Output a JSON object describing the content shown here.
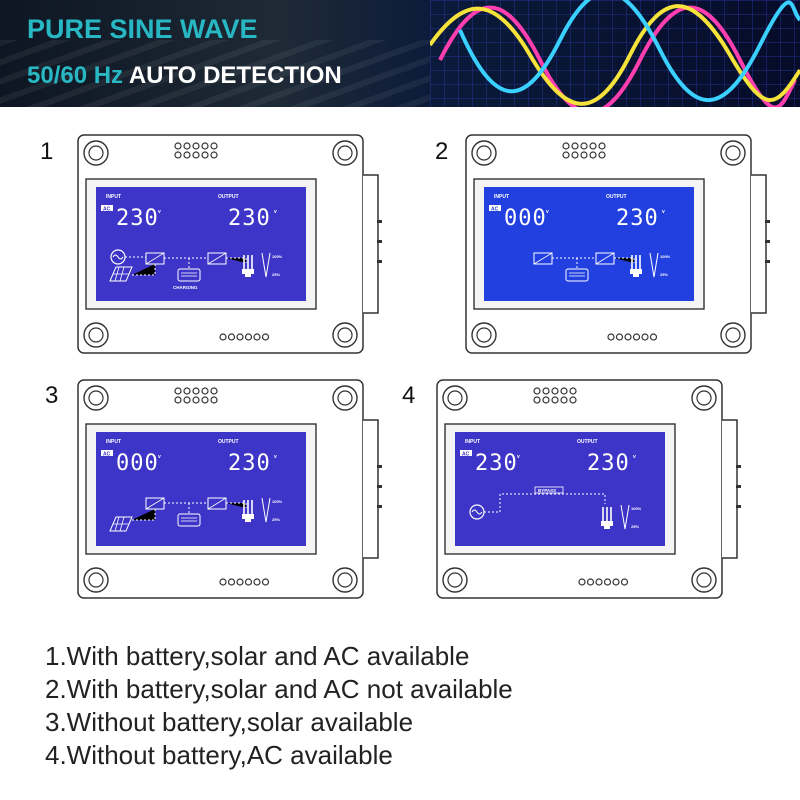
{
  "banner": {
    "title": "PURE SINE WAVE",
    "hz": "50/60 Hz",
    "auto": "AUTO DETECTION",
    "colors": {
      "accent": "#28b8c4",
      "wave1": "#ff3fb0",
      "wave2": "#f5e23a",
      "wave3": "#3ad0ff"
    }
  },
  "labels": {
    "input": "INPUT",
    "output": "OUTPUT",
    "ac": "AC",
    "unit": "V",
    "charging": "CHARGING",
    "bypass": "BYPASS",
    "pct100": "100%",
    "pct25": "25%"
  },
  "units": [
    {
      "number": "1",
      "input_value": "230",
      "output_value": "230",
      "lcd_color": "#3d35c8"
    },
    {
      "number": "2",
      "input_value": "000",
      "output_value": "230",
      "lcd_color": "#2240e0"
    },
    {
      "number": "3",
      "input_value": "000",
      "output_value": "230",
      "lcd_color": "#3d35c8"
    },
    {
      "number": "4",
      "input_value": "230",
      "output_value": "230",
      "lcd_color": "#3d35c8"
    }
  ],
  "captions": [
    "1.With battery,solar and AC available",
    "2.With battery,solar and AC not available",
    "3.Without battery,solar available",
    "4.Without battery,AC available"
  ]
}
